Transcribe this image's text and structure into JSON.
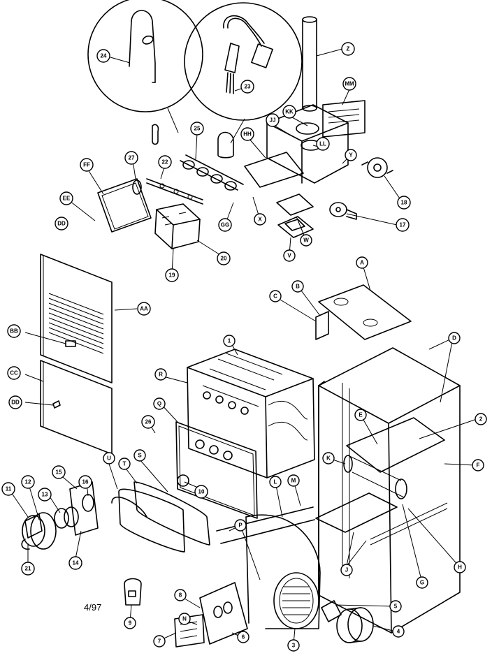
{
  "callouts": [
    {
      "id": "24"
    },
    {
      "id": "23"
    },
    {
      "id": "Z"
    },
    {
      "id": "MM"
    },
    {
      "id": "KK"
    },
    {
      "id": "JJ"
    },
    {
      "id": "25"
    },
    {
      "id": "HH"
    },
    {
      "id": "LL"
    },
    {
      "id": "Y"
    },
    {
      "id": "18"
    },
    {
      "id": "FF"
    },
    {
      "id": "27"
    },
    {
      "id": "22"
    },
    {
      "id": "EE"
    },
    {
      "id": "DD"
    },
    {
      "id": "GG"
    },
    {
      "id": "X"
    },
    {
      "id": "W"
    },
    {
      "id": "17"
    },
    {
      "id": "V"
    },
    {
      "id": "20"
    },
    {
      "id": "19"
    },
    {
      "id": "A"
    },
    {
      "id": "AA"
    },
    {
      "id": "B"
    },
    {
      "id": "C"
    },
    {
      "id": "BB"
    },
    {
      "id": "1"
    },
    {
      "id": "D"
    },
    {
      "id": "CC"
    },
    {
      "id": "R"
    },
    {
      "id": "DD"
    },
    {
      "id": "Q"
    },
    {
      "id": "2"
    },
    {
      "id": "E"
    },
    {
      "id": "26"
    },
    {
      "id": "F"
    },
    {
      "id": "K"
    },
    {
      "id": "10"
    },
    {
      "id": "11"
    },
    {
      "id": "15"
    },
    {
      "id": "16"
    },
    {
      "id": "U"
    },
    {
      "id": "S"
    },
    {
      "id": "T"
    },
    {
      "id": "12"
    },
    {
      "id": "13"
    },
    {
      "id": "L"
    },
    {
      "id": "M"
    },
    {
      "id": "H"
    },
    {
      "id": "P"
    },
    {
      "id": "J"
    },
    {
      "id": "G"
    },
    {
      "id": "14"
    },
    {
      "id": "21"
    },
    {
      "id": "5"
    },
    {
      "id": "8"
    },
    {
      "id": "N"
    },
    {
      "id": "9"
    },
    {
      "id": "6"
    },
    {
      "id": "3"
    },
    {
      "id": "4"
    },
    {
      "id": "7"
    }
  ],
  "footer": {
    "date": "4/97"
  }
}
